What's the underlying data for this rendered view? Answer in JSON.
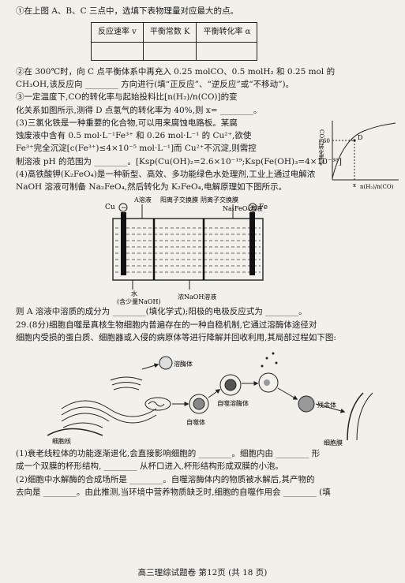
{
  "q1": {
    "text": "①在上图 A、B、C 三点中，选填下表物理量对应最大的点。",
    "table": [
      "反应速率 v",
      "平衡常数 K",
      "平衡转化率 α"
    ]
  },
  "q2": {
    "line1": "②在 300℃时，向 C 点平衡体系中再充入 0.25 molCO、0.5 molH₂ 和 0.25 mol 的",
    "line2": "CH₃OH,该反应向 ________ 方向进行(填“正反应”、“逆反应”或“不移动”)。"
  },
  "q3": {
    "line1": "③一定温度下,CO的转化率与起始投料比[n(H₂)/n(CO)]的变",
    "line2": "化关系如图所示,测得 D 点氢气的转化率为 40%,则 x= ________。",
    "graph": {
      "ylabel": "CO的转化率%",
      "xlabel": "n(H₂)/n(CO)",
      "ytick": "60",
      "point": "D",
      "xtick": "x"
    }
  },
  "part3": [
    "(3)三氯化铁是一种重要的化合物,可以用来腐蚀电路板。某腐",
    "蚀废液中含有 0.5 mol·L⁻¹Fe³⁺ 和 0.26 mol·L⁻¹ 的 Cu²⁺,欲使",
    "Fe³⁺完全沉淀[c(Fe³⁺)≤4×10⁻⁵ mol·L⁻¹]而 Cu²⁺不沉淀,则需控",
    "制溶液 pH 的范围为 ________。[Ksp(Cu(OH)₂=2.6×10⁻¹⁹;Ksp(Fe(OH)₃=4×10⁻³⁸]"
  ],
  "part4": [
    "(4)高铁酸钾(K₂FeO₄)是一种新型、高效、多功能绿色水处理剂,工业上通过电解浓",
    "NaOH 溶液可制备 Na₂FeO₄,然后转化为 K₂FeO₄,电解原理如下图所示。"
  ],
  "electrolysis": {
    "cu": "Cu",
    "fe": "Fe",
    "minus": "−",
    "plus": "+",
    "a_solution": "A溶液",
    "cation_membrane": "阳离子交换膜",
    "anion_membrane": "阴离子交换膜",
    "na2feo4": "Na₂FeO₄溶液",
    "water": "水",
    "water_note": "(含少量NaOH)",
    "naoh": "浓NaOH溶液"
  },
  "part4_answer": "则 A 溶液中溶质的成分为 ________(填化学式);阳极的电极反应式为 ________。",
  "q29": [
    "29.(8分)细胞自噬是真核生物细胞内普遍存在的一种自稳机制,它通过溶酶体途径对",
    "细胞内受损的蛋白质、细胞器或入侵的病原体等进行降解并回收利用,其局部过程如下图:"
  ],
  "cell": {
    "lysosome1": "溶酶体",
    "autophagosome": "自噬体",
    "autolysosome": "自噬溶酶体",
    "residual": "残余体",
    "nucleus": "细胞核",
    "membrane": "细胞膜"
  },
  "q29_1": [
    "(1)衰老线粒体的功能逐渐退化,会直接影响细胞的 ________。细胞内由 ________ 形",
    "成一个双膜的杯形结构, ________ 从杯口进入,杯形结构形成双膜的小泡。"
  ],
  "q29_2": [
    "(2)细胞中水解酶的合成场所是 ________。自噬溶酶体内的物质被水解后,其产物的",
    "去向是 ________。由此推测,当环境中营养物质缺乏时,细胞的自噬作用会 ________ (填"
  ],
  "footer": "高三理综试题卷 第12页 (共 18 页)"
}
